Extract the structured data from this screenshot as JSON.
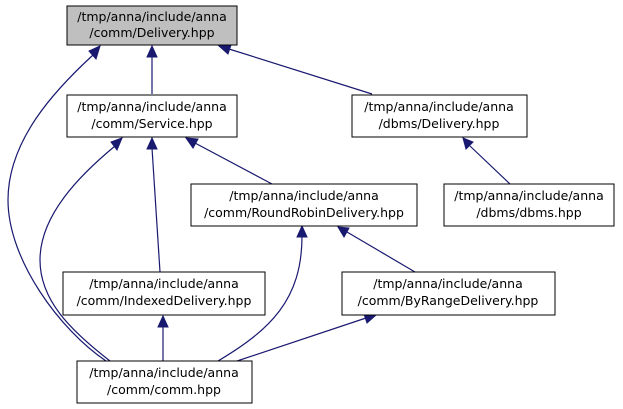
{
  "colors": {
    "edge": "#191970",
    "highlight": "#bfbfbf",
    "node_fill": "#ffffff",
    "border": "#000000"
  },
  "nodes": [
    {
      "id": "comm-delivery",
      "line1": "/tmp/anna/include/anna",
      "line2": "/comm/Delivery.hpp",
      "highlight": true
    },
    {
      "id": "comm-service",
      "line1": "/tmp/anna/include/anna",
      "line2": "/comm/Service.hpp"
    },
    {
      "id": "dbms-delivery",
      "line1": "/tmp/anna/include/anna",
      "line2": "/dbms/Delivery.hpp"
    },
    {
      "id": "comm-roundrobin",
      "line1": "/tmp/anna/include/anna",
      "line2": "/comm/RoundRobinDelivery.hpp"
    },
    {
      "id": "dbms-dbms",
      "line1": "/tmp/anna/include/anna",
      "line2": "/dbms/dbms.hpp"
    },
    {
      "id": "comm-indexed",
      "line1": "/tmp/anna/include/anna",
      "line2": "/comm/IndexedDelivery.hpp"
    },
    {
      "id": "comm-byrange",
      "line1": "/tmp/anna/include/anna",
      "line2": "/comm/ByRangeDelivery.hpp"
    },
    {
      "id": "comm-comm",
      "line1": "/tmp/anna/include/anna",
      "line2": "/comm/comm.hpp"
    }
  ],
  "edges": [
    {
      "from": "comm-service",
      "to": "comm-delivery"
    },
    {
      "from": "dbms-delivery",
      "to": "comm-delivery"
    },
    {
      "from": "comm-comm",
      "to": "comm-delivery"
    },
    {
      "from": "comm-roundrobin",
      "to": "comm-service"
    },
    {
      "from": "comm-indexed",
      "to": "comm-service"
    },
    {
      "from": "comm-comm",
      "to": "comm-service"
    },
    {
      "from": "dbms-dbms",
      "to": "dbms-delivery"
    },
    {
      "from": "comm-byrange",
      "to": "comm-roundrobin"
    },
    {
      "from": "comm-comm",
      "to": "comm-roundrobin"
    },
    {
      "from": "comm-comm",
      "to": "comm-indexed"
    },
    {
      "from": "comm-comm",
      "to": "comm-byrange"
    }
  ]
}
